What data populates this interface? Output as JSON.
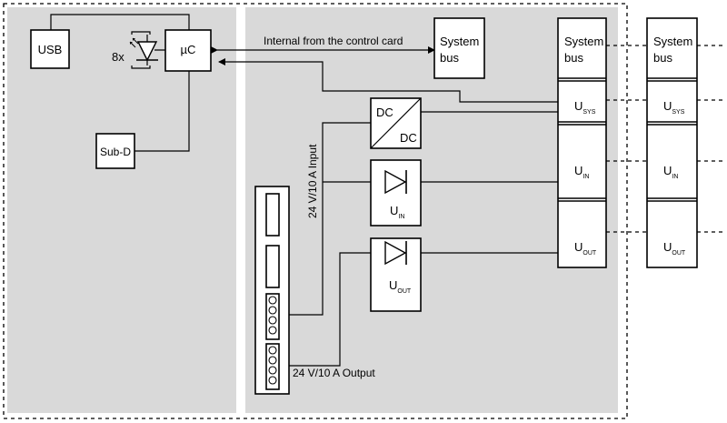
{
  "left_module": {
    "usb_label": "USB",
    "uc_label": "µC",
    "led_count": "8x",
    "subd_label": "Sub-D"
  },
  "right_module": {
    "internal_label": "Internal from the control card",
    "system_bus": {
      "line1": "System",
      "line2": "bus"
    },
    "dcdc": {
      "top": "DC",
      "bottom": "DC"
    },
    "u_in": {
      "main": "U",
      "sub": "IN"
    },
    "u_out": {
      "main": "U",
      "sub": "OUT"
    },
    "input_label": "24 V/10 A Input",
    "output_label": "24 V/10 A Output"
  },
  "bus_column": {
    "system_bus": {
      "line1": "System",
      "line2": "bus"
    },
    "u_sys": {
      "main": "U",
      "sub": "SYS"
    },
    "u_in": {
      "main": "U",
      "sub": "IN"
    },
    "u_out": {
      "main": "U",
      "sub": "OUT"
    }
  },
  "next_module": {
    "system_bus": {
      "line1": "System",
      "line2": "bus"
    },
    "u_sys": {
      "main": "U",
      "sub": "SYS"
    },
    "u_in": {
      "main": "U",
      "sub": "IN"
    },
    "u_out": {
      "main": "U",
      "sub": "OUT"
    }
  }
}
